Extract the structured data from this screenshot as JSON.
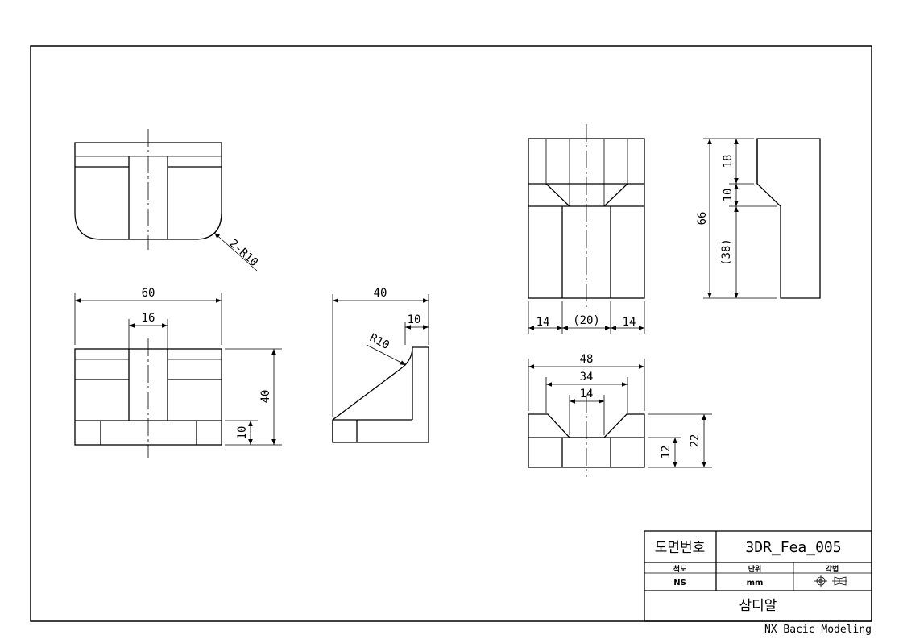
{
  "dimensions": {
    "top_radius": "2-R10",
    "front_width": "60",
    "front_slot": "16",
    "front_height": "40",
    "front_base": "10",
    "side_width": "40",
    "side_top": "10",
    "side_radius": "R10",
    "right_left": "14",
    "right_mid": "(20)",
    "right_right": "14",
    "right_height": "66",
    "right_top": "18",
    "right_chamfer": "10",
    "right_bottom": "(38)",
    "bottom_width": "48",
    "bottom_mid": "34",
    "bottom_inner": "14",
    "bottom_height": "22",
    "bottom_base": "12"
  },
  "title_block": {
    "drawing_no_label": "도면번호",
    "drawing_no": "3DR_Fea_005",
    "scale_label": "척도",
    "unit_label": "단위",
    "projection_label": "각법",
    "scale": "NS",
    "unit": "mm",
    "part_name": "삼디알"
  },
  "footer": "NX Bacic Modeling"
}
